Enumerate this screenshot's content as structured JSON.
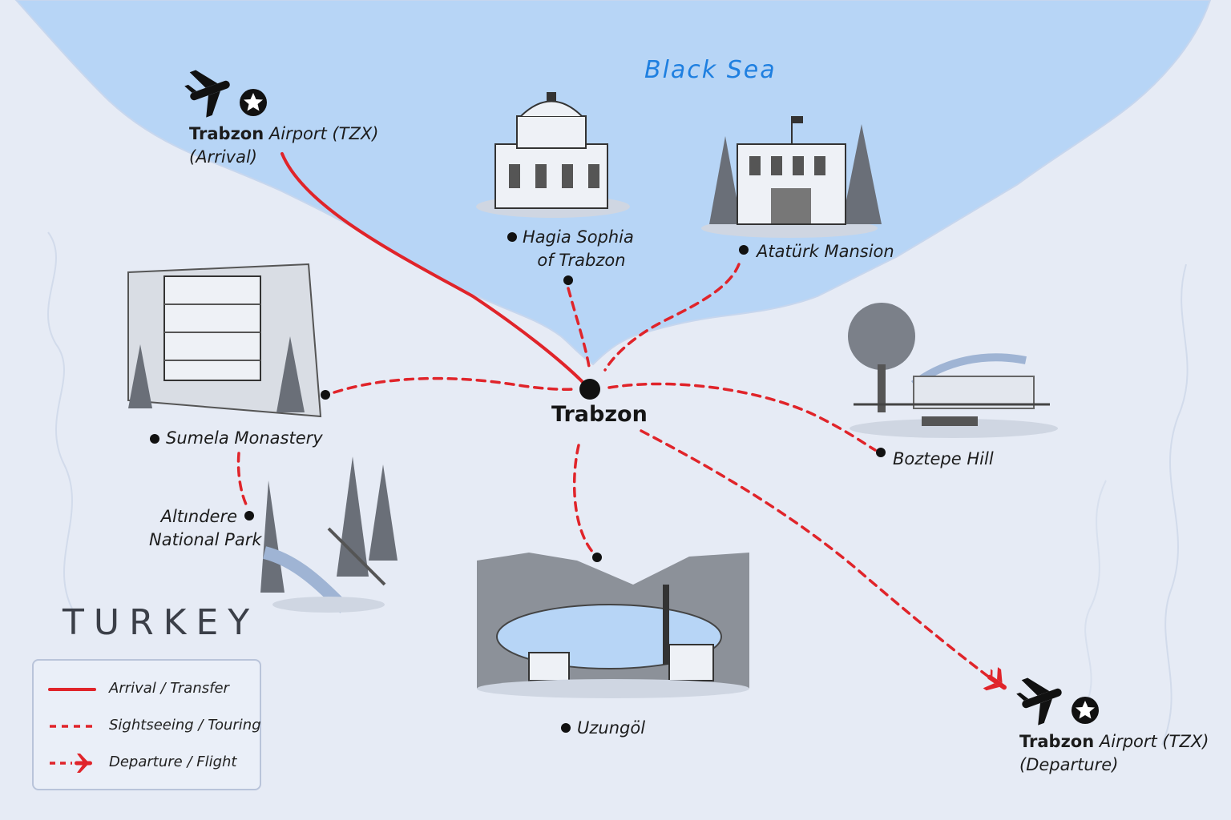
{
  "sea_label": "Black Sea",
  "country_label": "TURKEY",
  "hub": {
    "name": "Trabzon"
  },
  "airport_arrival": {
    "name_bold": "Trabzon",
    "name_rest": " Airport (TZX)",
    "note": "(Arrival)"
  },
  "airport_departure": {
    "name_bold": "Trabzon",
    "name_rest": " Airport (TZX)",
    "note": "(Departure)"
  },
  "sites": {
    "hagia_sophia": {
      "line1": "Hagia Sophia",
      "line2": "of Trabzon"
    },
    "ataturk_mansion": {
      "line1": "Atatürk Mansion"
    },
    "sumela": {
      "line1": "Sumela Monastery"
    },
    "altindere": {
      "line1": "Altındere",
      "line2": "National Park"
    },
    "boztepe": {
      "line1": "Boztepe Hill"
    },
    "uzungol": {
      "line1": "Uzungöl"
    }
  },
  "legend": {
    "arrival": "Arrival / Transfer",
    "sightseeing": "Sightseeing / Touring",
    "departure": "Departure / Flight"
  },
  "icons": [
    "airplane-icon",
    "star-badge-icon",
    "red-airplane-icon"
  ],
  "colors": {
    "sea": "#b7d5f6",
    "land": "#e6ebf5",
    "route": "#e0242a",
    "sea_label": "#1e7fe0"
  }
}
